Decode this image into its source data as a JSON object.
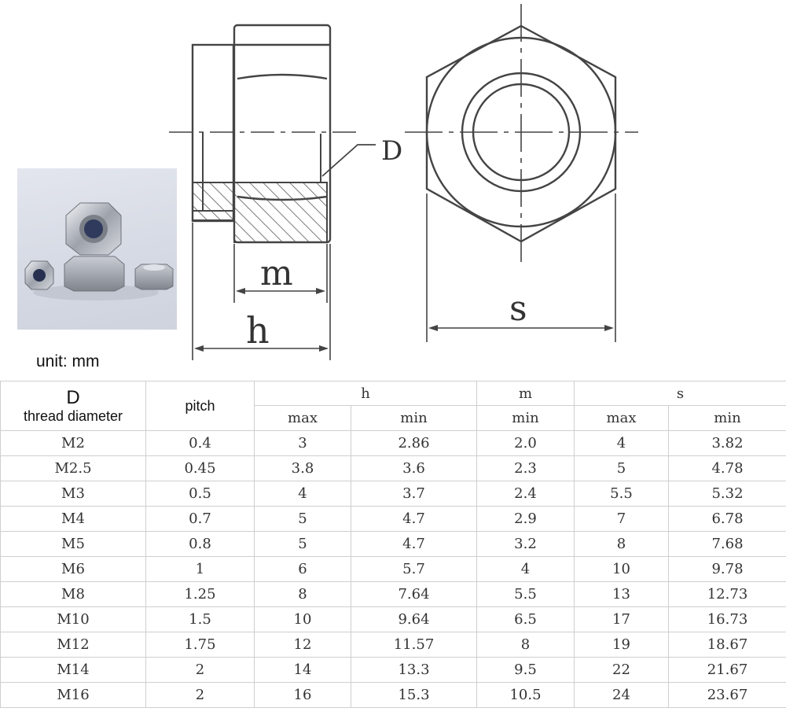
{
  "drawing": {
    "label_D": "D",
    "label_m": "m",
    "label_h": "h",
    "label_s": "s"
  },
  "unit": "unit: mm",
  "table": {
    "header": {
      "d_letter": "D",
      "d_sub": "thread diameter",
      "pitch": "pitch",
      "h": "h",
      "m": "m",
      "s": "s",
      "h_max": "max",
      "h_min": "min",
      "m_min": "min",
      "s_max": "max",
      "s_min": "min"
    },
    "rows": [
      [
        "M2",
        "0.4",
        "3",
        "2.86",
        "2.0",
        "4",
        "3.82"
      ],
      [
        "M2.5",
        "0.45",
        "3.8",
        "3.6",
        "2.3",
        "5",
        "4.78"
      ],
      [
        "M3",
        "0.5",
        "4",
        "3.7",
        "2.4",
        "5.5",
        "5.32"
      ],
      [
        "M4",
        "0.7",
        "5",
        "4.7",
        "2.9",
        "7",
        "6.78"
      ],
      [
        "M5",
        "0.8",
        "5",
        "4.7",
        "3.2",
        "8",
        "7.68"
      ],
      [
        "M6",
        "1",
        "6",
        "5.7",
        "4",
        "10",
        "9.78"
      ],
      [
        "M8",
        "1.25",
        "8",
        "7.64",
        "5.5",
        "13",
        "12.73"
      ],
      [
        "M10",
        "1.5",
        "10",
        "9.64",
        "6.5",
        "17",
        "16.73"
      ],
      [
        "M12",
        "1.75",
        "12",
        "11.57",
        "8",
        "19",
        "18.67"
      ],
      [
        "M14",
        "2",
        "14",
        "13.3",
        "9.5",
        "22",
        "21.67"
      ],
      [
        "M16",
        "2",
        "16",
        "15.3",
        "10.5",
        "24",
        "23.67"
      ]
    ]
  }
}
